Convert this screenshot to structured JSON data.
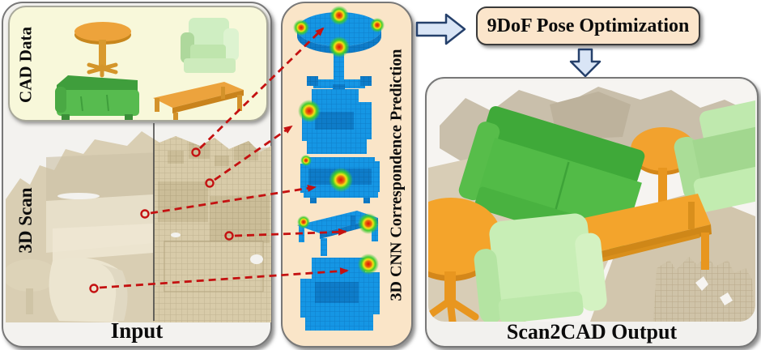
{
  "labels": {
    "input": "Input",
    "cad": "CAD Data",
    "scan": "3D Scan",
    "cnn": "3D CNN Correspondence Prediction",
    "pose": "9DoF Pose Optimization",
    "output": "Scan2CAD Output"
  },
  "figures": {
    "cad_items": [
      "round-table",
      "armchair",
      "sofa",
      "coffee-table"
    ],
    "cnn_items": [
      "round-table-voxels",
      "armchair-voxels",
      "sofa-voxels",
      "coffee-table-voxels",
      "armchair-voxels"
    ],
    "output_items": [
      "round-table",
      "round-table",
      "sofa",
      "armchair",
      "coffee-table",
      "armchair"
    ],
    "correspondence_lines": 5
  },
  "palette": {
    "panel_bg": "#f3f2ef",
    "cad_cream": "#f8f8da",
    "peach": "#fae5c8",
    "voxel_blue": "#1596e4",
    "scan_tan": "#d9ceb3",
    "sofa_green": "#4eb748",
    "chair_green": "#c3ecb2",
    "orange": "#f4a42b",
    "dash_red": "#c41111",
    "arrow_fill": "#d9e5f6",
    "arrow_stroke": "#25406b"
  }
}
